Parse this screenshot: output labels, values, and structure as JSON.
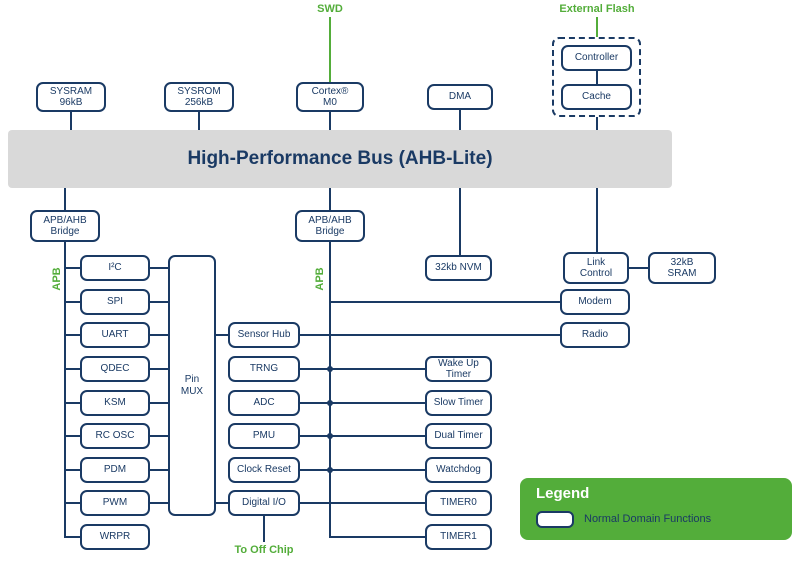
{
  "colors": {
    "navy": "#1a3a64",
    "green": "#53ad3a",
    "bus_gray": "#d9d9d9"
  },
  "labels": {
    "swd": "SWD",
    "external_flash": "External Flash",
    "apb_left": "APB",
    "apb_mid": "APB",
    "to_off_chip": "To Off Chip"
  },
  "bus": {
    "title": "High-Performance Bus (AHB-Lite)"
  },
  "boxes": {
    "sysram": "SYSRAM\n96kB",
    "sysrom": "SYSROM\n256kB",
    "cortex": "Cortex®\nM0",
    "dma": "DMA",
    "controller": "Controller",
    "cache": "Cache",
    "bridge_left": "APB/AHB\nBridge",
    "bridge_mid": "APB/AHB\nBridge",
    "i2c": "I²C",
    "spi": "SPI",
    "uart": "UART",
    "qdec": "QDEC",
    "ksm": "KSM",
    "rcosc": "RC OSC",
    "pdm": "PDM",
    "pwm": "PWM",
    "wrpr": "WRPR",
    "pinmux": "Pin\nMUX",
    "sensor_hub": "Sensor Hub",
    "trng": "TRNG",
    "adc": "ADC",
    "pmu": "PMU",
    "clock_reset": "Clock Reset",
    "digital_io": "Digital I/O",
    "nvm": "32kb NVM",
    "link_control": "Link\nControl",
    "sram": "32kB\nSRAM",
    "modem": "Modem",
    "radio": "Radio",
    "wakeup_timer": "Wake Up Timer",
    "slow_timer": "Slow Timer",
    "dual_timer": "Dual Timer",
    "watchdog": "Watchdog",
    "timer0": "TIMER0",
    "timer1": "TIMER1"
  },
  "legend": {
    "title": "Legend",
    "item": "Normal Domain Functions"
  }
}
